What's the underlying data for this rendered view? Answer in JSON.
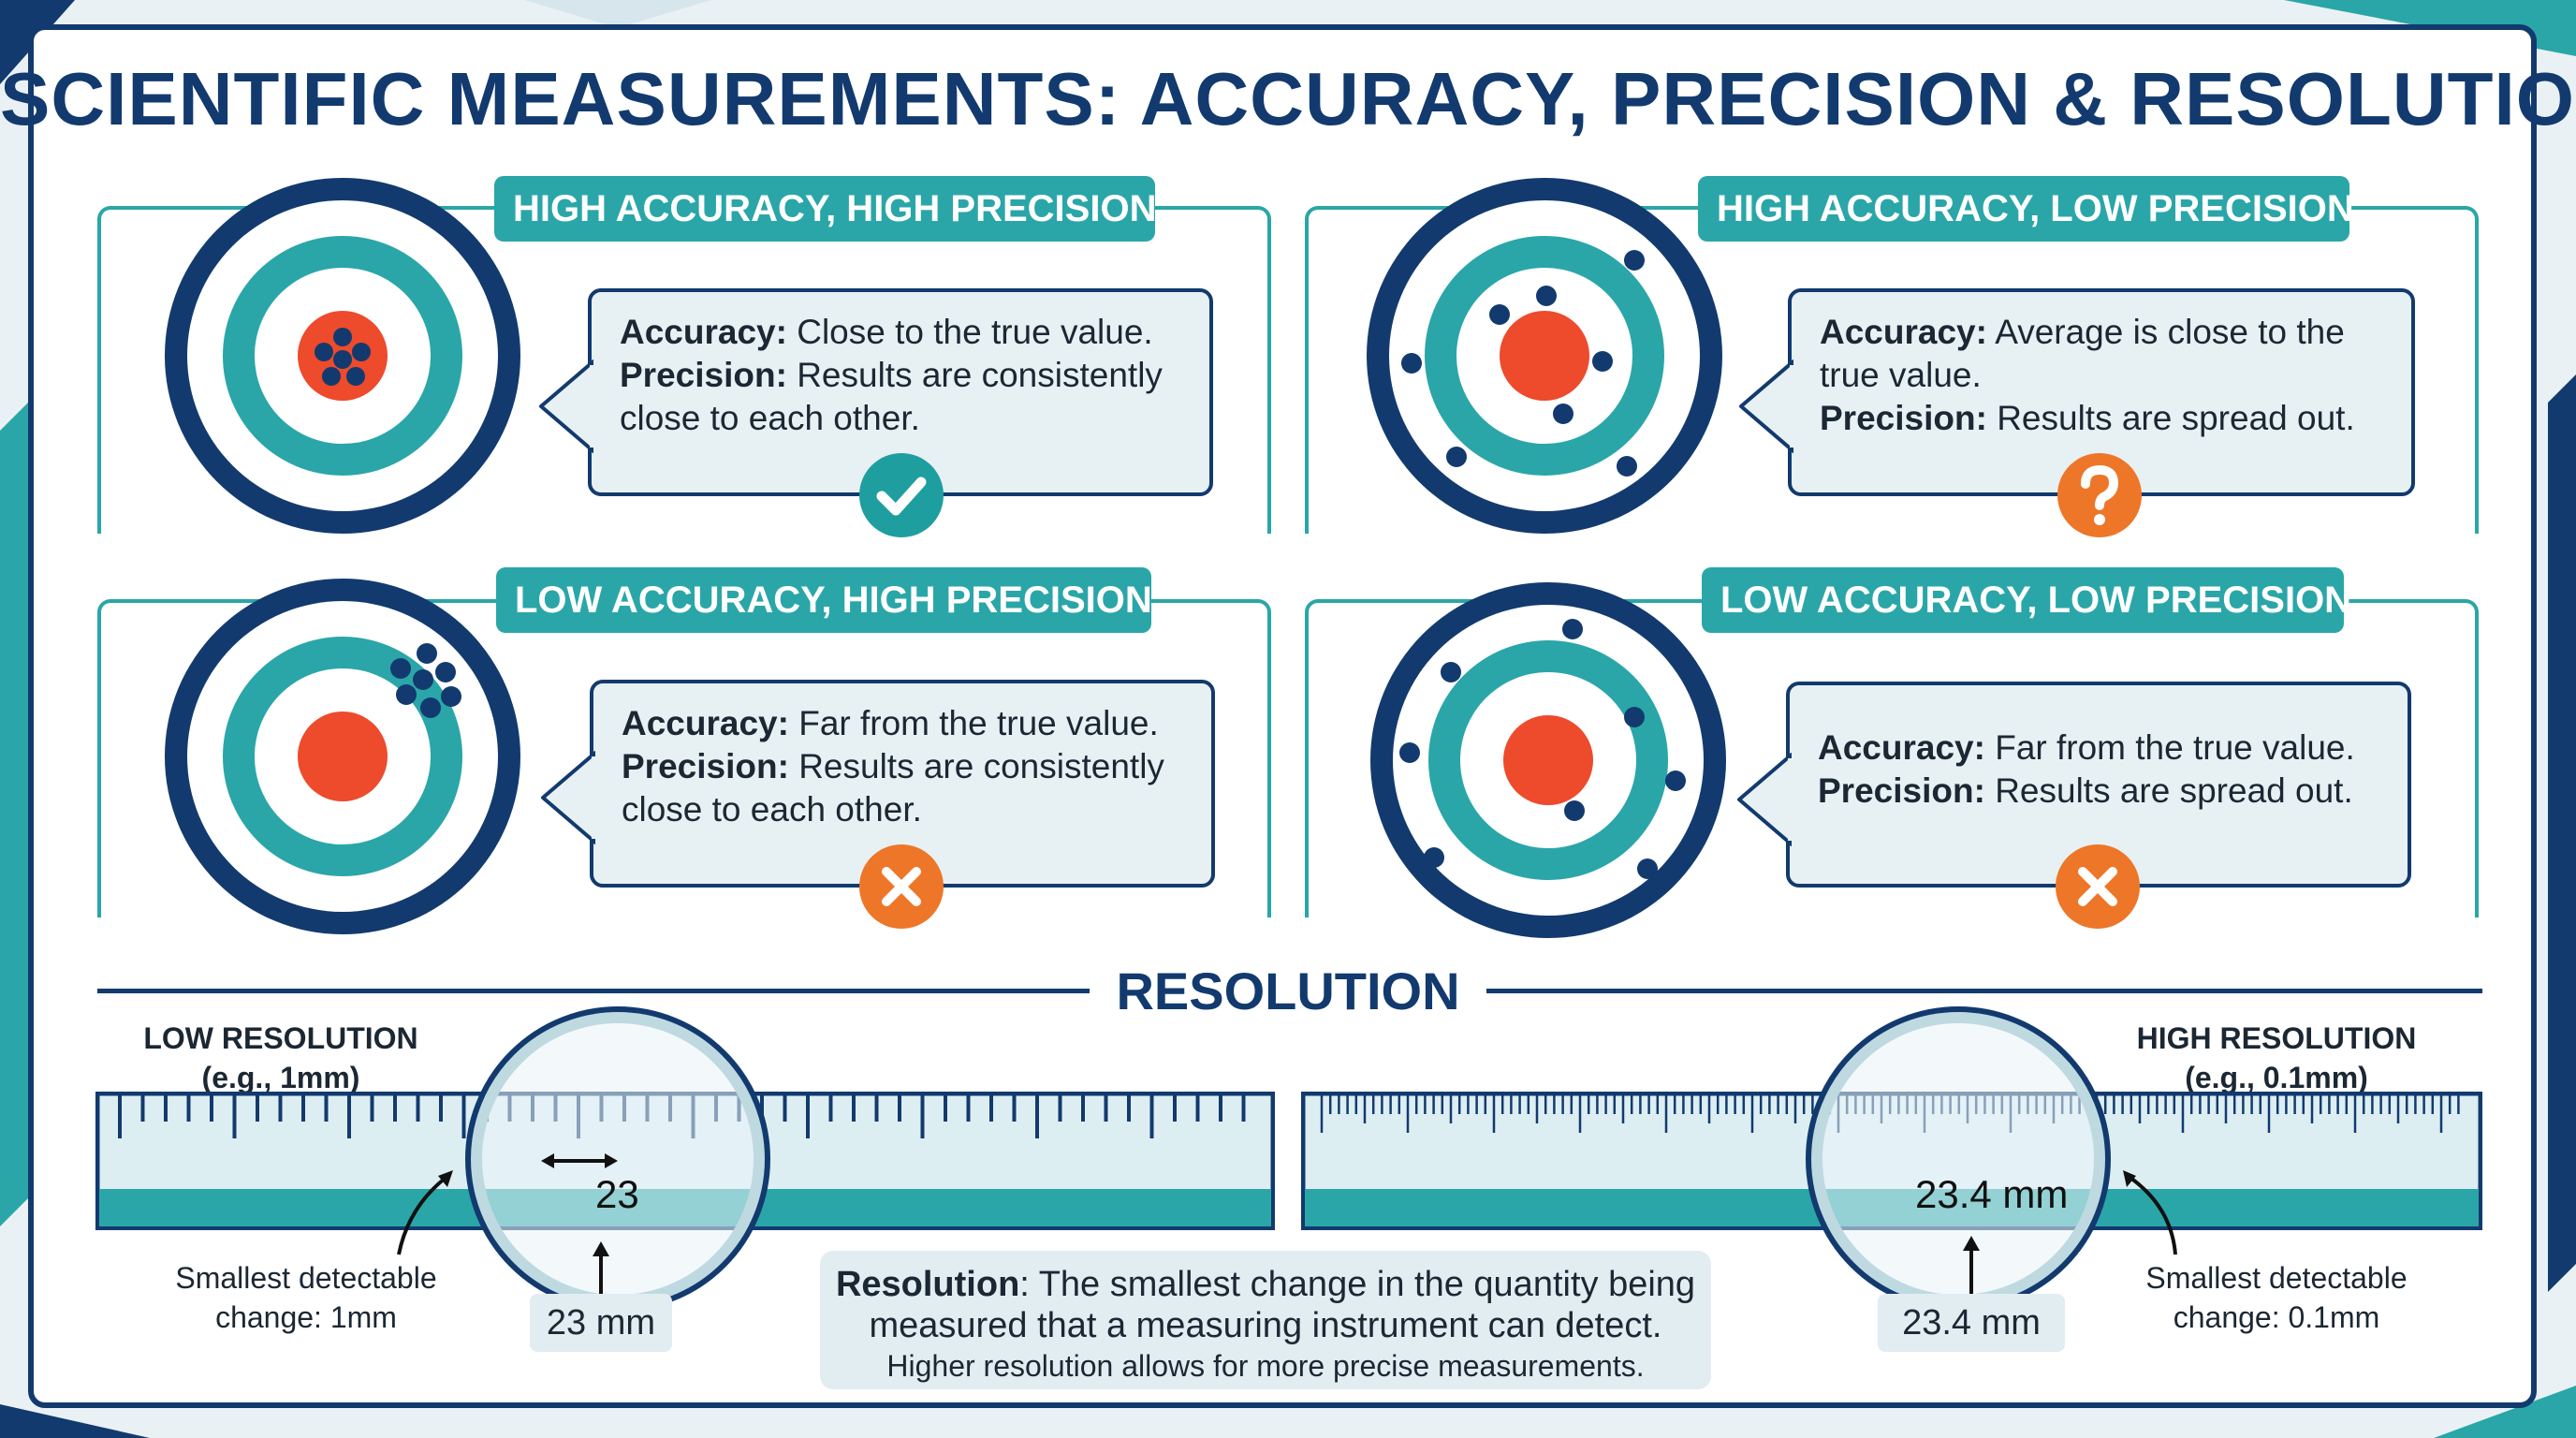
{
  "title": "SCIENTIFIC MEASUREMENTS: ACCURACY, PRECISION & RESOLUTION",
  "panels": [
    {
      "tag": "HIGH ACCURACY, HIGH PRECISION",
      "accuracy_label": "Accuracy:",
      "accuracy_text": "Close to the true value.",
      "precision_label": "Precision:",
      "precision_text": "Results are consistently close to each other.",
      "status_icon": "checkmark-icon",
      "status_color": "#1f9ea0"
    },
    {
      "tag": "HIGH ACCURACY, LOW PRECISION",
      "accuracy_label": "Accuracy:",
      "accuracy_text": "Average is close to the true value.",
      "precision_label": "Precision:",
      "precision_text": "Results are spread out.",
      "status_icon": "question-mark-icon",
      "status_color": "#ee7628"
    },
    {
      "tag": "LOW ACCURACY, HIGH PRECISION",
      "accuracy_label": "Accuracy:",
      "accuracy_text": "Far from the true value.",
      "precision_label": "Precision:",
      "precision_text": "Results are consistently close to each other.",
      "status_icon": "cross-icon",
      "status_color": "#ee7628"
    },
    {
      "tag": "LOW ACCURACY, LOW PRECISION",
      "accuracy_label": "Accuracy:",
      "accuracy_text": "Far from the true value.",
      "precision_label": "Precision:",
      "precision_text": "Results are spread out.",
      "status_icon": "cross-icon",
      "status_color": "#ee7628"
    }
  ],
  "resolution": {
    "heading": "RESOLUTION",
    "low": {
      "label_line1": "LOW RESOLUTION",
      "label_line2": "(e.g., 1mm)",
      "zoom_value": "23",
      "readout": "23 mm",
      "note_line1": "Smallest detectable",
      "note_line2": "change: 1mm"
    },
    "high": {
      "label_line1": "HIGH RESOLUTION",
      "label_line2": "(e.g., 0.1mm)",
      "zoom_value": "23.4 mm",
      "readout": "23.4 mm",
      "note_line1": "Smallest detectable",
      "note_line2": "change: 0.1mm"
    },
    "definition_term": "Resolution",
    "definition_line1": ": The smallest change in the quantity being",
    "definition_line2": "measured that a measuring instrument can detect.",
    "definition_line3": "Higher resolution allows for more precise measurements."
  },
  "colors": {
    "navy": "#123a6e",
    "teal": "#2aa6a8",
    "bullseye": "#ee4a2c",
    "orange": "#ee7628"
  }
}
